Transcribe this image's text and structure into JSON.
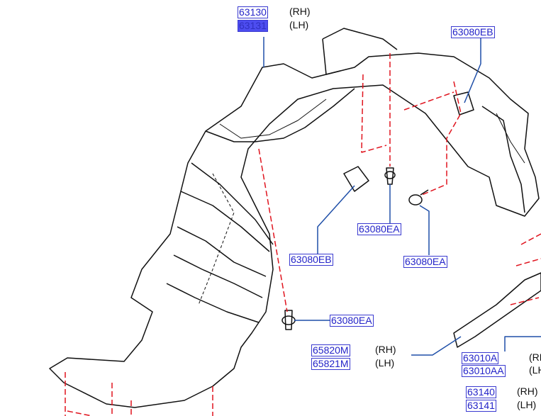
{
  "parts": [
    {
      "id": "p1",
      "number": "63130",
      "side": "(RH)",
      "highlighted": false
    },
    {
      "id": "p2",
      "number": "63131",
      "side": "(LH)",
      "highlighted": true
    },
    {
      "id": "p3",
      "number": "63080EB"
    },
    {
      "id": "p4",
      "number": "63080EA"
    },
    {
      "id": "p5",
      "number": "63080EA"
    },
    {
      "id": "p6",
      "number": "63080EB"
    },
    {
      "id": "p7",
      "number": "63080EA"
    },
    {
      "id": "p8",
      "number": "65820M",
      "side": "(RH)"
    },
    {
      "id": "p9",
      "number": "65821M",
      "side": "(LH)"
    },
    {
      "id": "p10",
      "number": "63010A",
      "side": "(RH)"
    },
    {
      "id": "p11",
      "number": "63010AA",
      "side": "(LH)"
    },
    {
      "id": "p12",
      "number": "63140",
      "side": "(RH)"
    },
    {
      "id": "p13",
      "number": "63141",
      "side": "(LH)"
    }
  ],
  "colors": {
    "link": "#2323c8",
    "highlight": "#4d4df0",
    "leader": "#1f4fa8",
    "dash": "#e0141e"
  }
}
